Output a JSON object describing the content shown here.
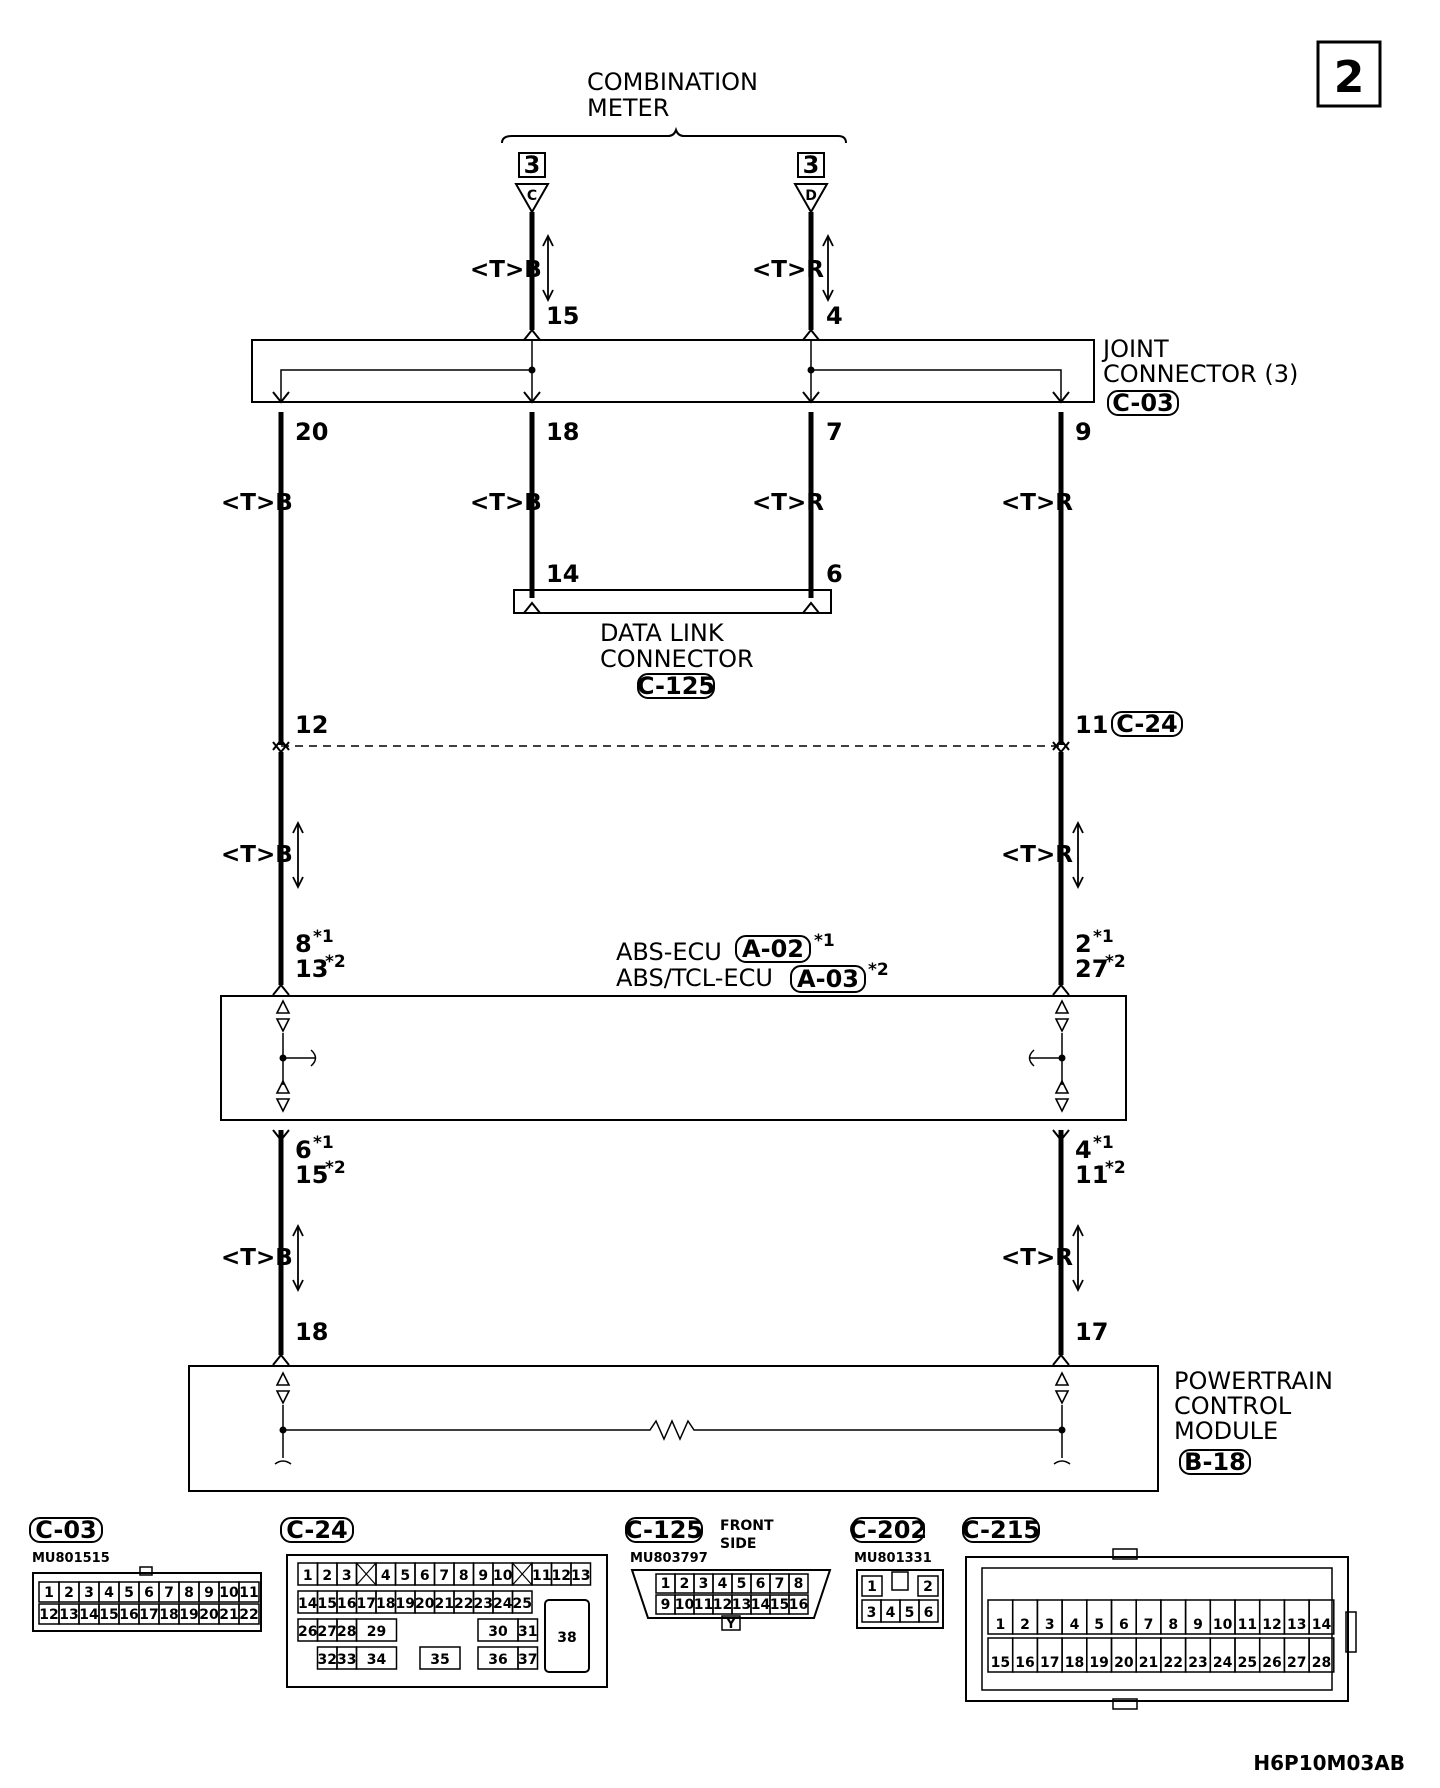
{
  "page_number": "2",
  "drawing_code": "H6P10M03AB",
  "components": {
    "combination_meter": {
      "line1": "COMBINATION",
      "line2": "METER"
    },
    "meter_conn_c": {
      "box": "3",
      "letter": "C"
    },
    "meter_conn_d": {
      "box": "3",
      "letter": "D"
    },
    "joint_connector": {
      "line1": "JOINT",
      "line2": "CONNECTOR (3)",
      "ref": "C-03"
    },
    "data_link": {
      "line1": "DATA LINK",
      "line2": "CONNECTOR",
      "ref": "C-125"
    },
    "inline_conn": {
      "ref": "C-24"
    },
    "abs_ecu": {
      "line1": "ABS-ECU",
      "ref1": "A-02",
      "note1": "*1",
      "line2": "ABS/TCL-ECU",
      "ref2": "A-03",
      "note2": "*2"
    },
    "pcm": {
      "line1": "POWERTRAIN",
      "line2": "CONTROL",
      "line3": "MODULE",
      "ref": "B-18"
    }
  },
  "wires": {
    "meter_left": "<T>B",
    "meter_right": "<T>R",
    "dlc_left": "<T>B",
    "dlc_right": "<T>R",
    "outer_left": "<T>B",
    "outer_right": "<T>R",
    "abs_left": "<T>B",
    "abs_right": "<T>R",
    "pcm_left": "<T>B",
    "pcm_right": "<T>R"
  },
  "pins": {
    "meter_c": "15",
    "meter_d": "4",
    "jc_20": "20",
    "jc_18": "18",
    "jc_7": "7",
    "jc_9": "9",
    "dlc_14": "14",
    "dlc_6": "6",
    "c24_12": "12",
    "c24_11": "11",
    "abs_top_left_1": "8",
    "abs_top_left_2": "13",
    "abs_top_right_1": "2",
    "abs_top_right_2": "27",
    "abs_bot_left_1": "6",
    "abs_bot_left_2": "15",
    "abs_bot_right_1": "4",
    "abs_bot_right_2": "11",
    "pcm_18": "18",
    "pcm_17": "17",
    "note1": "*1",
    "note2": "*2"
  },
  "connector_views": [
    {
      "ref": "C-03",
      "part": "MU801515",
      "rows": [
        [
          "1",
          "2",
          "3",
          "4",
          "5",
          "6",
          "7",
          "8",
          "9",
          "10",
          "11"
        ],
        [
          "12",
          "13",
          "14",
          "15",
          "16",
          "17",
          "18",
          "19",
          "20",
          "21",
          "22"
        ]
      ]
    },
    {
      "ref": "C-24",
      "rows": [
        [
          "1",
          "2",
          "3",
          "",
          "4",
          "5",
          "6",
          "7",
          "8",
          "9",
          "10",
          "",
          "11",
          "12",
          "13"
        ],
        [
          "14",
          "15",
          "16",
          "17",
          "18",
          "19",
          "20",
          "21",
          "22",
          "23",
          "24",
          "25"
        ],
        [
          "26",
          "27",
          "28",
          "29",
          "30",
          "31"
        ],
        [
          "32",
          "33",
          "34",
          "35",
          "36",
          "37"
        ]
      ],
      "big": "38"
    },
    {
      "ref": "C-125",
      "part": "MU803797",
      "note1": "FRONT",
      "note2": "SIDE",
      "rows": [
        [
          "1",
          "2",
          "3",
          "4",
          "5",
          "6",
          "7",
          "8"
        ],
        [
          "9",
          "10",
          "11",
          "12",
          "13",
          "14",
          "15",
          "16"
        ]
      ],
      "tab": "Y"
    },
    {
      "ref": "C-202",
      "part": "MU801331",
      "rows": [
        [
          "1",
          "",
          "2"
        ],
        [
          "3",
          "4",
          "5",
          "6"
        ]
      ]
    },
    {
      "ref": "C-215",
      "rows": [
        [
          "1",
          "2",
          "3",
          "4",
          "5",
          "6",
          "7",
          "8",
          "9",
          "10",
          "11",
          "12",
          "13",
          "14"
        ],
        [
          "15",
          "16",
          "17",
          "18",
          "19",
          "20",
          "21",
          "22",
          "23",
          "24",
          "25",
          "26",
          "27",
          "28"
        ]
      ]
    }
  ]
}
